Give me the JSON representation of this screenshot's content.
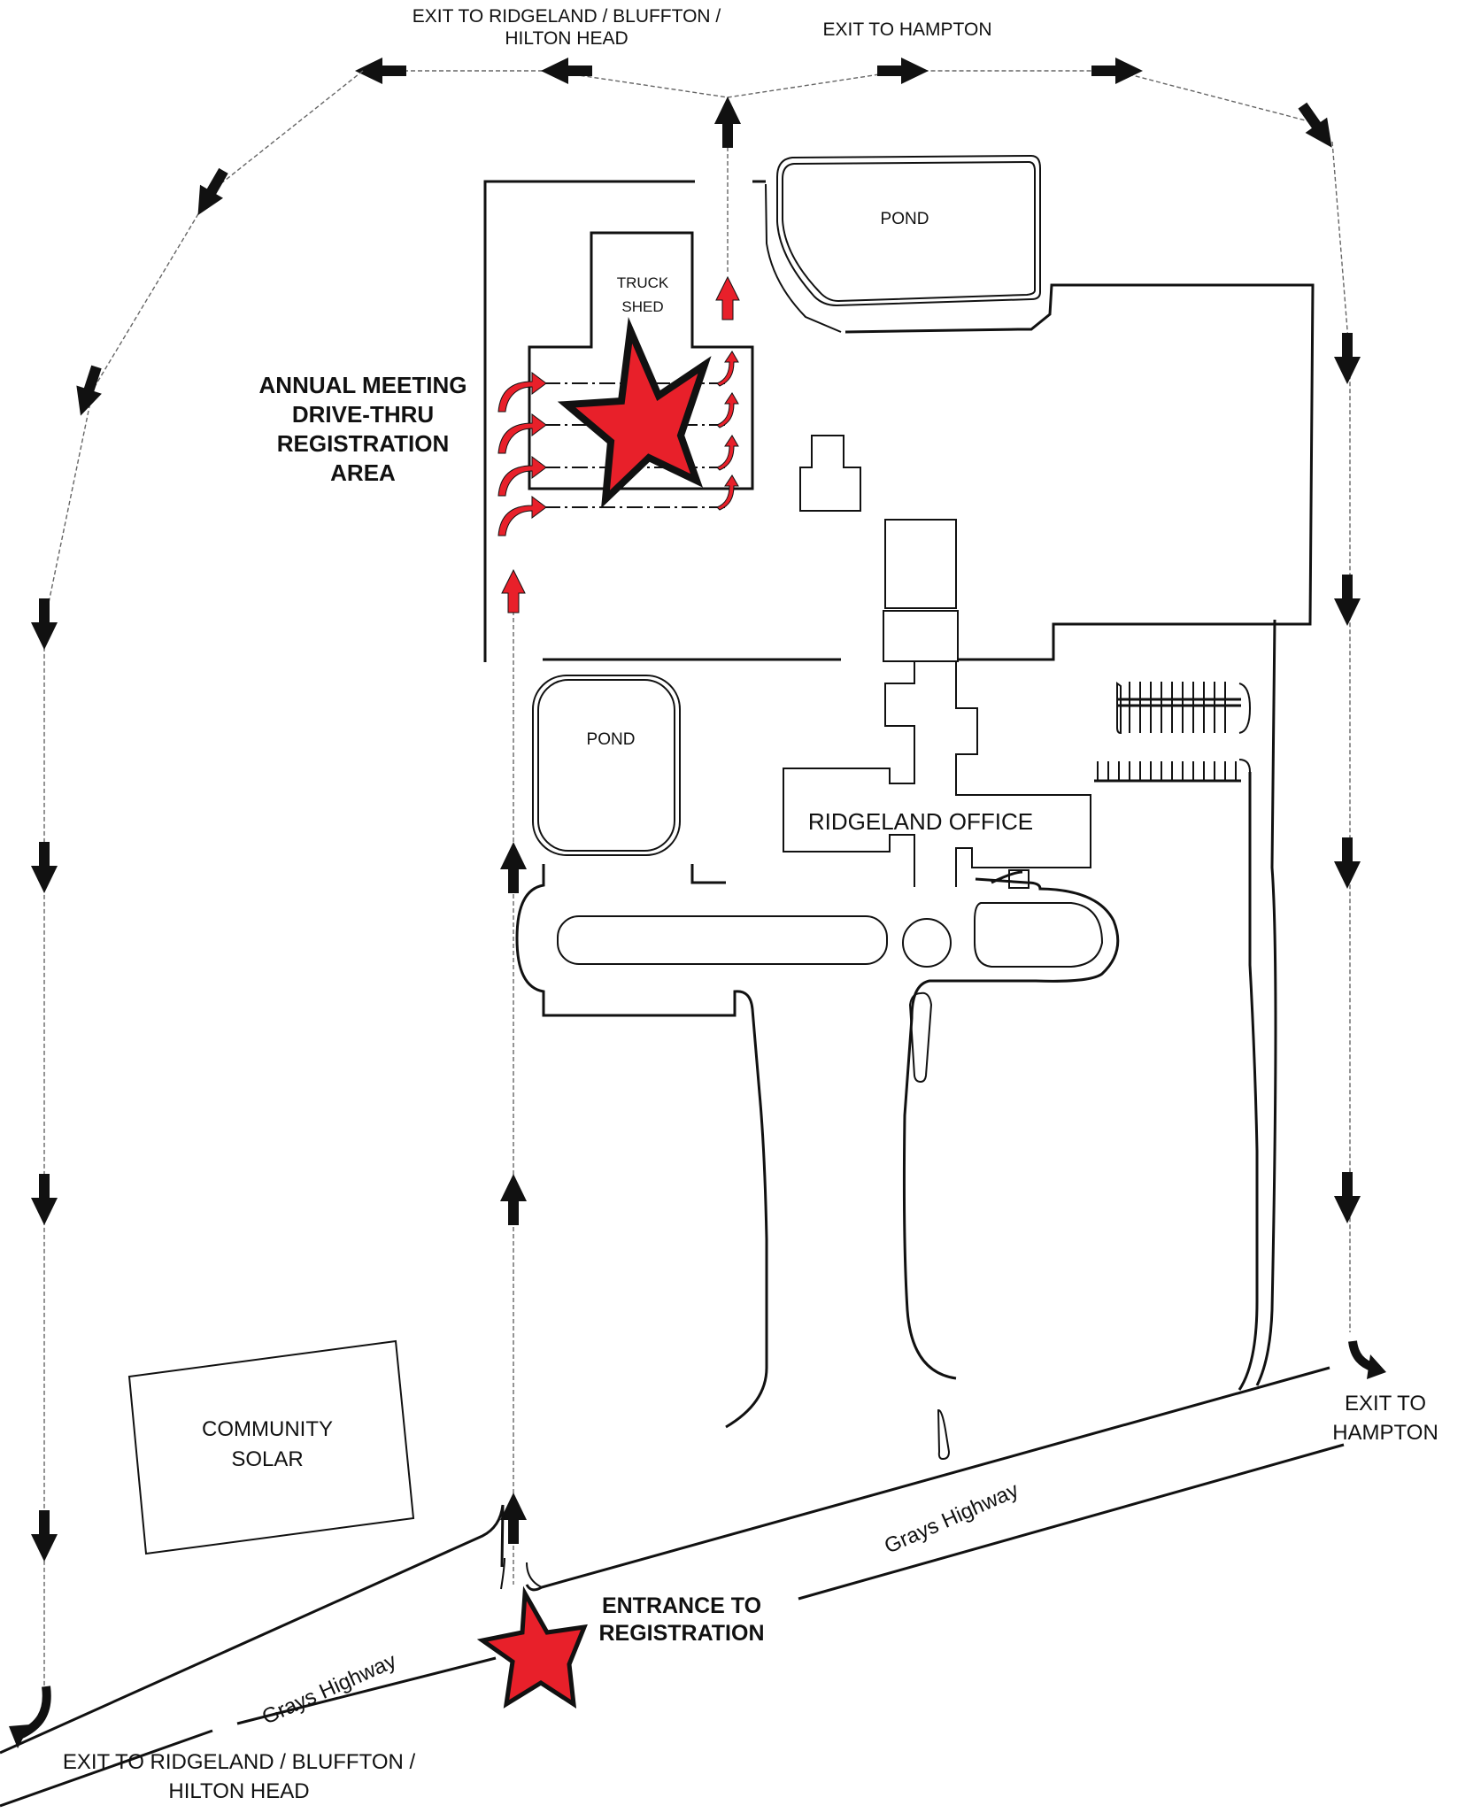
{
  "map": {
    "title": "Annual Meeting Drive-Thru Registration Site Map",
    "colors": {
      "accent_red": "#e8202a",
      "ink": "#111111",
      "background": "#ffffff"
    },
    "labels": {
      "exit_top_left_line1": "EXIT TO RIDGELAND / BLUFFTON /",
      "exit_top_left_line2": "HILTON HEAD",
      "exit_top_right": "EXIT TO HAMPTON",
      "pond_north": "POND",
      "truck_shed_line1": "TRUCK",
      "truck_shed_line2": "SHED",
      "registration_area_line1": "ANNUAL MEETING",
      "registration_area_line2": "DRIVE-THRU",
      "registration_area_line3": "REGISTRATION",
      "registration_area_line4": "AREA",
      "pond_south": "POND",
      "office": "RIDGELAND OFFICE",
      "solar_line1": "COMMUNITY",
      "solar_line2": "SOLAR",
      "highway_east": "Grays Highway",
      "highway_west": "Grays Highway",
      "entrance_line1": "ENTRANCE TO",
      "entrance_line2": "REGISTRATION",
      "exit_bottom_right_line1": "EXIT TO",
      "exit_bottom_right_line2": "HAMPTON",
      "exit_bottom_left_line1": "EXIT TO RIDGELAND / BLUFFTON /",
      "exit_bottom_left_line2": "HILTON HEAD"
    },
    "markers": [
      {
        "name": "registration-area-star",
        "icon": "star-icon",
        "color": "#e8202a"
      },
      {
        "name": "entrance-star",
        "icon": "star-icon",
        "color": "#e8202a"
      }
    ],
    "route_arrows": {
      "black": "direction-arrow-icon",
      "red": "registration-flow-arrow-icon"
    }
  }
}
